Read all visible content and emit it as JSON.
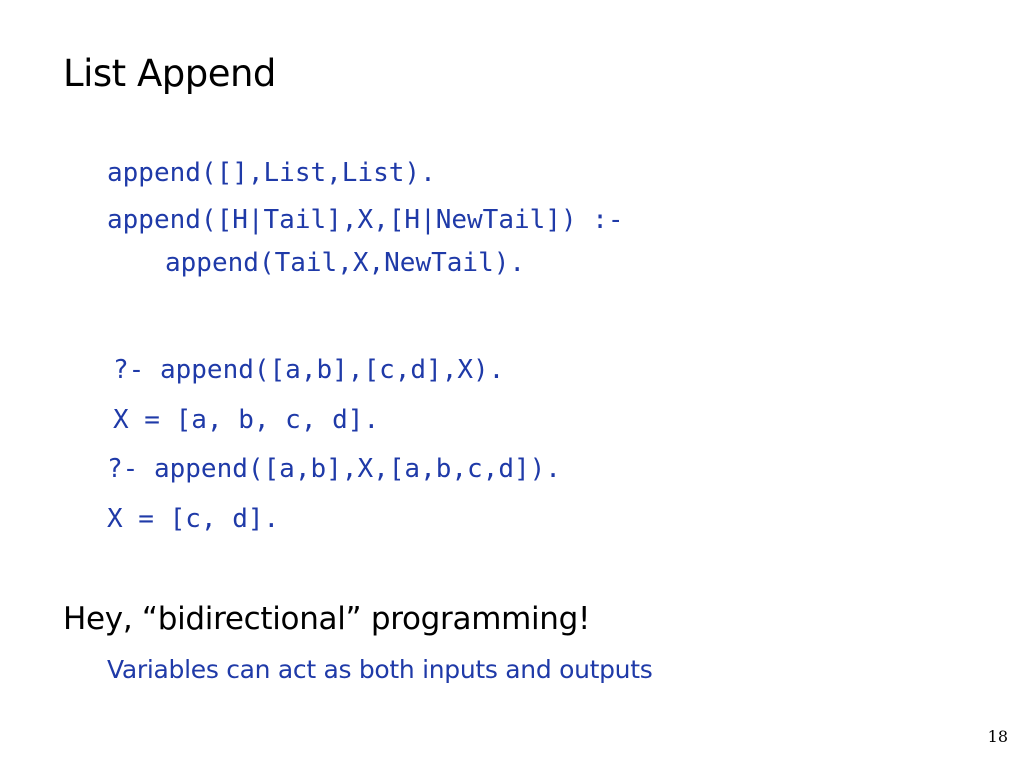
{
  "slide": {
    "title": "List Append",
    "code_lines": [
      "append([],List,List).",
      "append([H|Tail],X,[H|NewTail]) :-",
      "append(Tail,X,NewTail).",
      "?- append([a,b],[c,d],X).",
      "X = [a, b, c, d].",
      "?- append([a,b],X,[a,b,c,d]).",
      "X = [c, d]."
    ],
    "bullet_main": "Hey, “bidirectional” programming!",
    "bullet_sub": "Variables can act as both inputs and outputs",
    "page_number": "18"
  },
  "colors": {
    "code": "#1f3aa8",
    "text": "#000000",
    "background": "#ffffff"
  }
}
